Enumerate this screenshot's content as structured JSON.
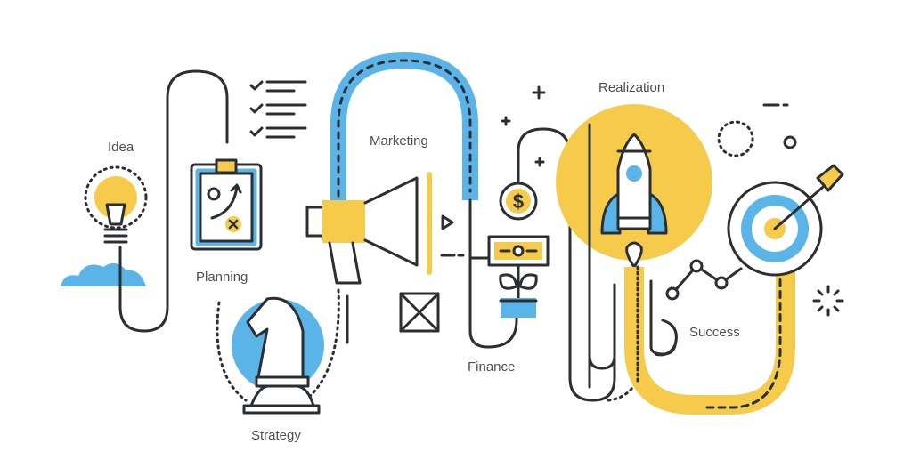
{
  "illustration": {
    "type": "business-process-flow",
    "colors": {
      "stroke": "#2b2f33",
      "yellow": "#f6cb4b",
      "blue": "#5ab4e8",
      "text": "#4a4f55"
    },
    "steps": [
      {
        "label": "Idea",
        "icon": "lightbulb-icon"
      },
      {
        "label": "Planning",
        "icon": "clipboard-icon"
      },
      {
        "label": "Strategy",
        "icon": "chess-knight-icon"
      },
      {
        "label": "Marketing",
        "icon": "megaphone-icon"
      },
      {
        "label": "Finance",
        "icon": "money-plant-icon"
      },
      {
        "label": "Realization",
        "icon": "rocket-icon"
      },
      {
        "label": "Success",
        "icon": "target-icon"
      }
    ]
  }
}
